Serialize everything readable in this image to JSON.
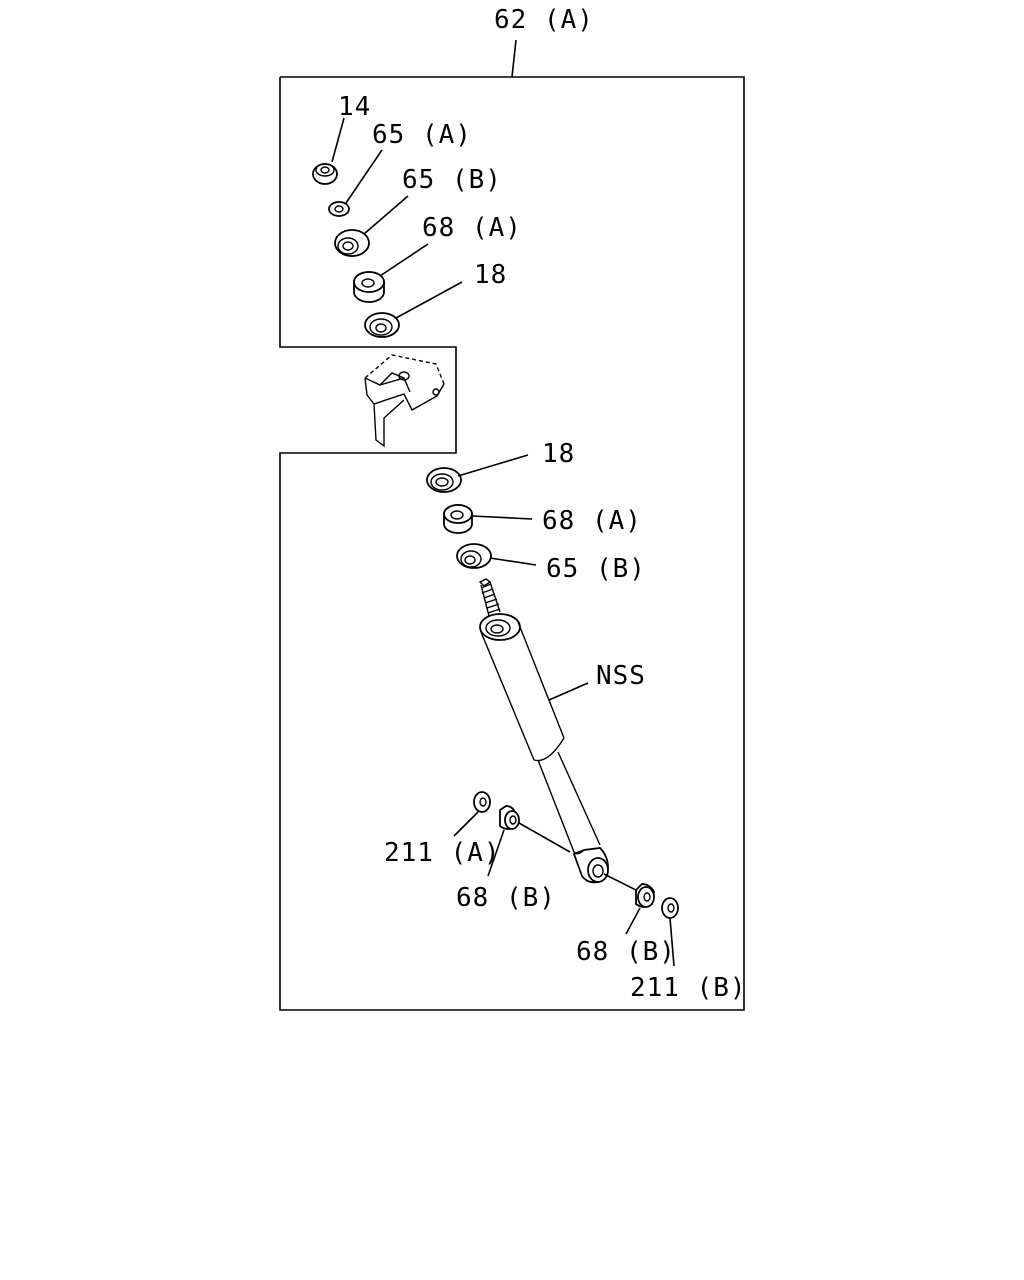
{
  "diagram": {
    "group_label": "62 (A)",
    "callouts": {
      "part_14": "14",
      "part_65a_top": "65 (A)",
      "part_65b_top": "65 (B)",
      "part_68a_top": "68 (A)",
      "part_18_top": "18",
      "part_18_mid": "18",
      "part_68a_mid": "68 (A)",
      "part_65b_mid": "65 (B)",
      "part_nss": "NSS",
      "part_211a": "211 (A)",
      "part_68b_left": "68 (B)",
      "part_68b_right": "68 (B)",
      "part_211b": "211 (B)"
    }
  }
}
